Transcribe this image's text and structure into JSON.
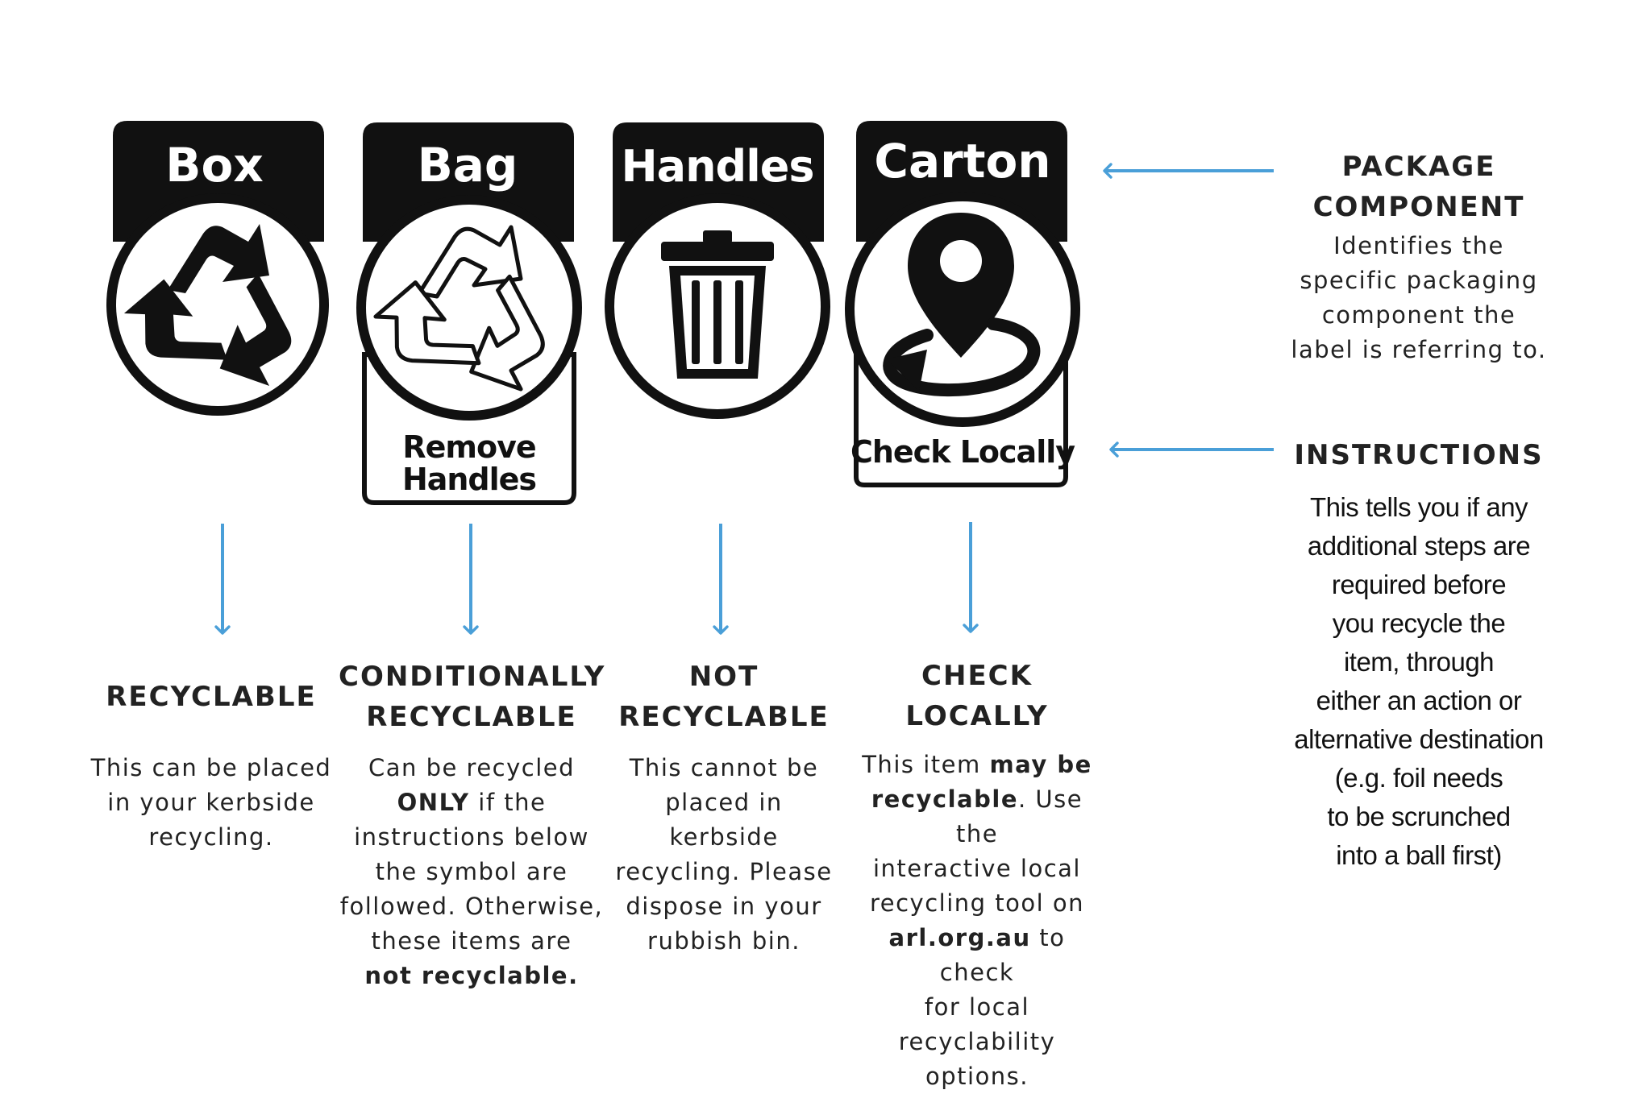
{
  "labels": [
    {
      "component": "Box",
      "instruction": "",
      "icon": "recycle-solid-icon",
      "title_lines": [
        "RECYCLABLE"
      ],
      "desc_lines": [
        [
          {
            "t": "This can be placed",
            "b": false
          }
        ],
        [
          {
            "t": "in your kerbside",
            "b": false
          }
        ],
        [
          {
            "t": "recycling.",
            "b": false
          }
        ]
      ]
    },
    {
      "component": "Bag",
      "instruction": "Remove Handles",
      "instruction_lines": [
        "Remove",
        "Handles"
      ],
      "icon": "recycle-outline-icon",
      "title_lines": [
        "CONDITIONALLY",
        "RECYCLABLE"
      ],
      "desc_lines": [
        [
          {
            "t": "Can be recycled",
            "b": false
          }
        ],
        [
          {
            "t": "ONLY",
            "b": true
          },
          {
            "t": " if the",
            "b": false
          }
        ],
        [
          {
            "t": "instructions below",
            "b": false
          }
        ],
        [
          {
            "t": "the symbol are",
            "b": false
          }
        ],
        [
          {
            "t": "followed. Otherwise,",
            "b": false
          }
        ],
        [
          {
            "t": "these items are",
            "b": false
          }
        ],
        [
          {
            "t": "not recyclable.",
            "b": true
          }
        ]
      ]
    },
    {
      "component": "Handles",
      "instruction": "",
      "icon": "trash-bin-icon",
      "title_lines": [
        "NOT",
        "RECYCLABLE"
      ],
      "desc_lines": [
        [
          {
            "t": "This cannot be",
            "b": false
          }
        ],
        [
          {
            "t": "placed in",
            "b": false
          }
        ],
        [
          {
            "t": "kerbside",
            "b": false
          }
        ],
        [
          {
            "t": "recycling. Please",
            "b": false
          }
        ],
        [
          {
            "t": "dispose in your",
            "b": false
          }
        ],
        [
          {
            "t": "rubbish bin.",
            "b": false
          }
        ]
      ]
    },
    {
      "component": "Carton",
      "instruction": "Check Locally",
      "instruction_lines": [
        "Check Locally"
      ],
      "icon": "location-pin-icon",
      "title_lines": [
        "CHECK",
        "LOCALLY"
      ],
      "desc_lines": [
        [
          {
            "t": "This item ",
            "b": false
          },
          {
            "t": "may be",
            "b": true
          }
        ],
        [
          {
            "t": "recyclable",
            "b": true
          },
          {
            "t": ". Use the",
            "b": false
          }
        ],
        [
          {
            "t": "interactive local",
            "b": false
          }
        ],
        [
          {
            "t": "recycling tool on",
            "b": false
          }
        ],
        [
          {
            "t": "arl.org.au",
            "b": true
          },
          {
            "t": " to check",
            "b": false
          }
        ],
        [
          {
            "t": "for local recyclability",
            "b": false
          }
        ],
        [
          {
            "t": "options.",
            "b": false
          }
        ]
      ]
    }
  ],
  "side": {
    "package_component": {
      "title_lines": [
        "PACKAGE",
        "COMPONENT"
      ],
      "desc_lines": [
        "Identifies the",
        "specific packaging",
        "component the",
        "label is referring to."
      ]
    },
    "instructions": {
      "title_lines": [
        "INSTRUCTIONS"
      ],
      "desc_lines": [
        "This tells you if any",
        "additional steps are",
        "required before",
        "you recycle the",
        "item, through",
        "either an action or",
        "alternative destination",
        "(e.g. foil needs",
        "to be scrunched",
        "into a ball first)"
      ]
    }
  },
  "colors": {
    "arrow": "#4a9fd8",
    "ink": "#111111",
    "text": "#222222"
  }
}
